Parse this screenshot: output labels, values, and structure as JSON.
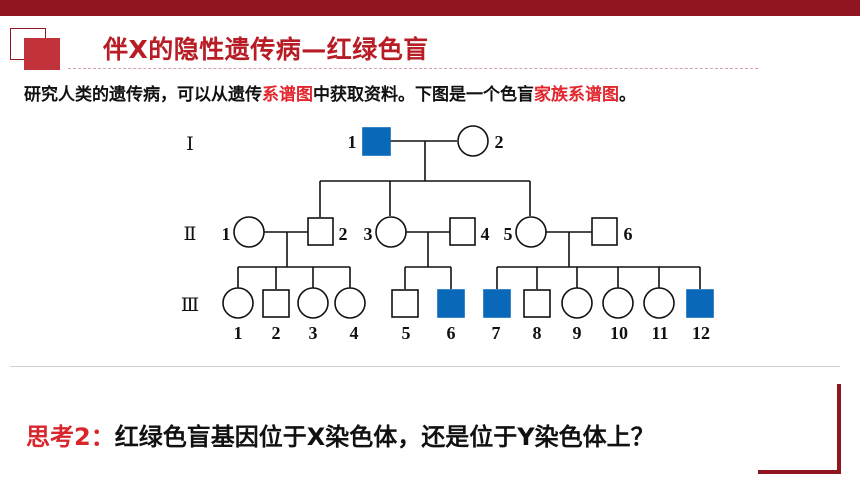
{
  "slide": {
    "title": "伴X的隐性遗传病—红绿色盲",
    "intro": {
      "text_1": "研究人类的遗传病，可以从遗传",
      "highlight_1": "系谱图",
      "text_2": "中获取资料。下图是一个色盲",
      "highlight_2": "家族系谱图",
      "text_3": "。"
    },
    "question": {
      "lead": "思考2：",
      "text": "红绿色盲基因位于X染色体，还是位于Y染色体上？"
    },
    "colors": {
      "accent": "#8f1520",
      "highlight": "#e3262e",
      "affected": "#0a68b8"
    }
  },
  "pedigree": {
    "generations": [
      "Ⅰ",
      "Ⅱ",
      "Ⅲ"
    ],
    "gen1": [
      {
        "label": "1",
        "sex": "male",
        "affected": true
      },
      {
        "label": "2",
        "sex": "female",
        "affected": false
      }
    ],
    "gen2": [
      {
        "label": "1",
        "sex": "female",
        "affected": false
      },
      {
        "label": "2",
        "sex": "male",
        "affected": false
      },
      {
        "label": "3",
        "sex": "female",
        "affected": false
      },
      {
        "label": "4",
        "sex": "male",
        "affected": false
      },
      {
        "label": "5",
        "sex": "female",
        "affected": false
      },
      {
        "label": "6",
        "sex": "male",
        "affected": false
      }
    ],
    "gen3": [
      {
        "label": "1",
        "sex": "female",
        "affected": false
      },
      {
        "label": "2",
        "sex": "male",
        "affected": false
      },
      {
        "label": "3",
        "sex": "female",
        "affected": false
      },
      {
        "label": "4",
        "sex": "female",
        "affected": false
      },
      {
        "label": "5",
        "sex": "male",
        "affected": false
      },
      {
        "label": "6",
        "sex": "male",
        "affected": true
      },
      {
        "label": "7",
        "sex": "male",
        "affected": true
      },
      {
        "label": "8",
        "sex": "male",
        "affected": false
      },
      {
        "label": "9",
        "sex": "female",
        "affected": false
      },
      {
        "label": "10",
        "sex": "female",
        "affected": false
      },
      {
        "label": "11",
        "sex": "female",
        "affected": false
      },
      {
        "label": "12",
        "sex": "male",
        "affected": true
      }
    ]
  }
}
